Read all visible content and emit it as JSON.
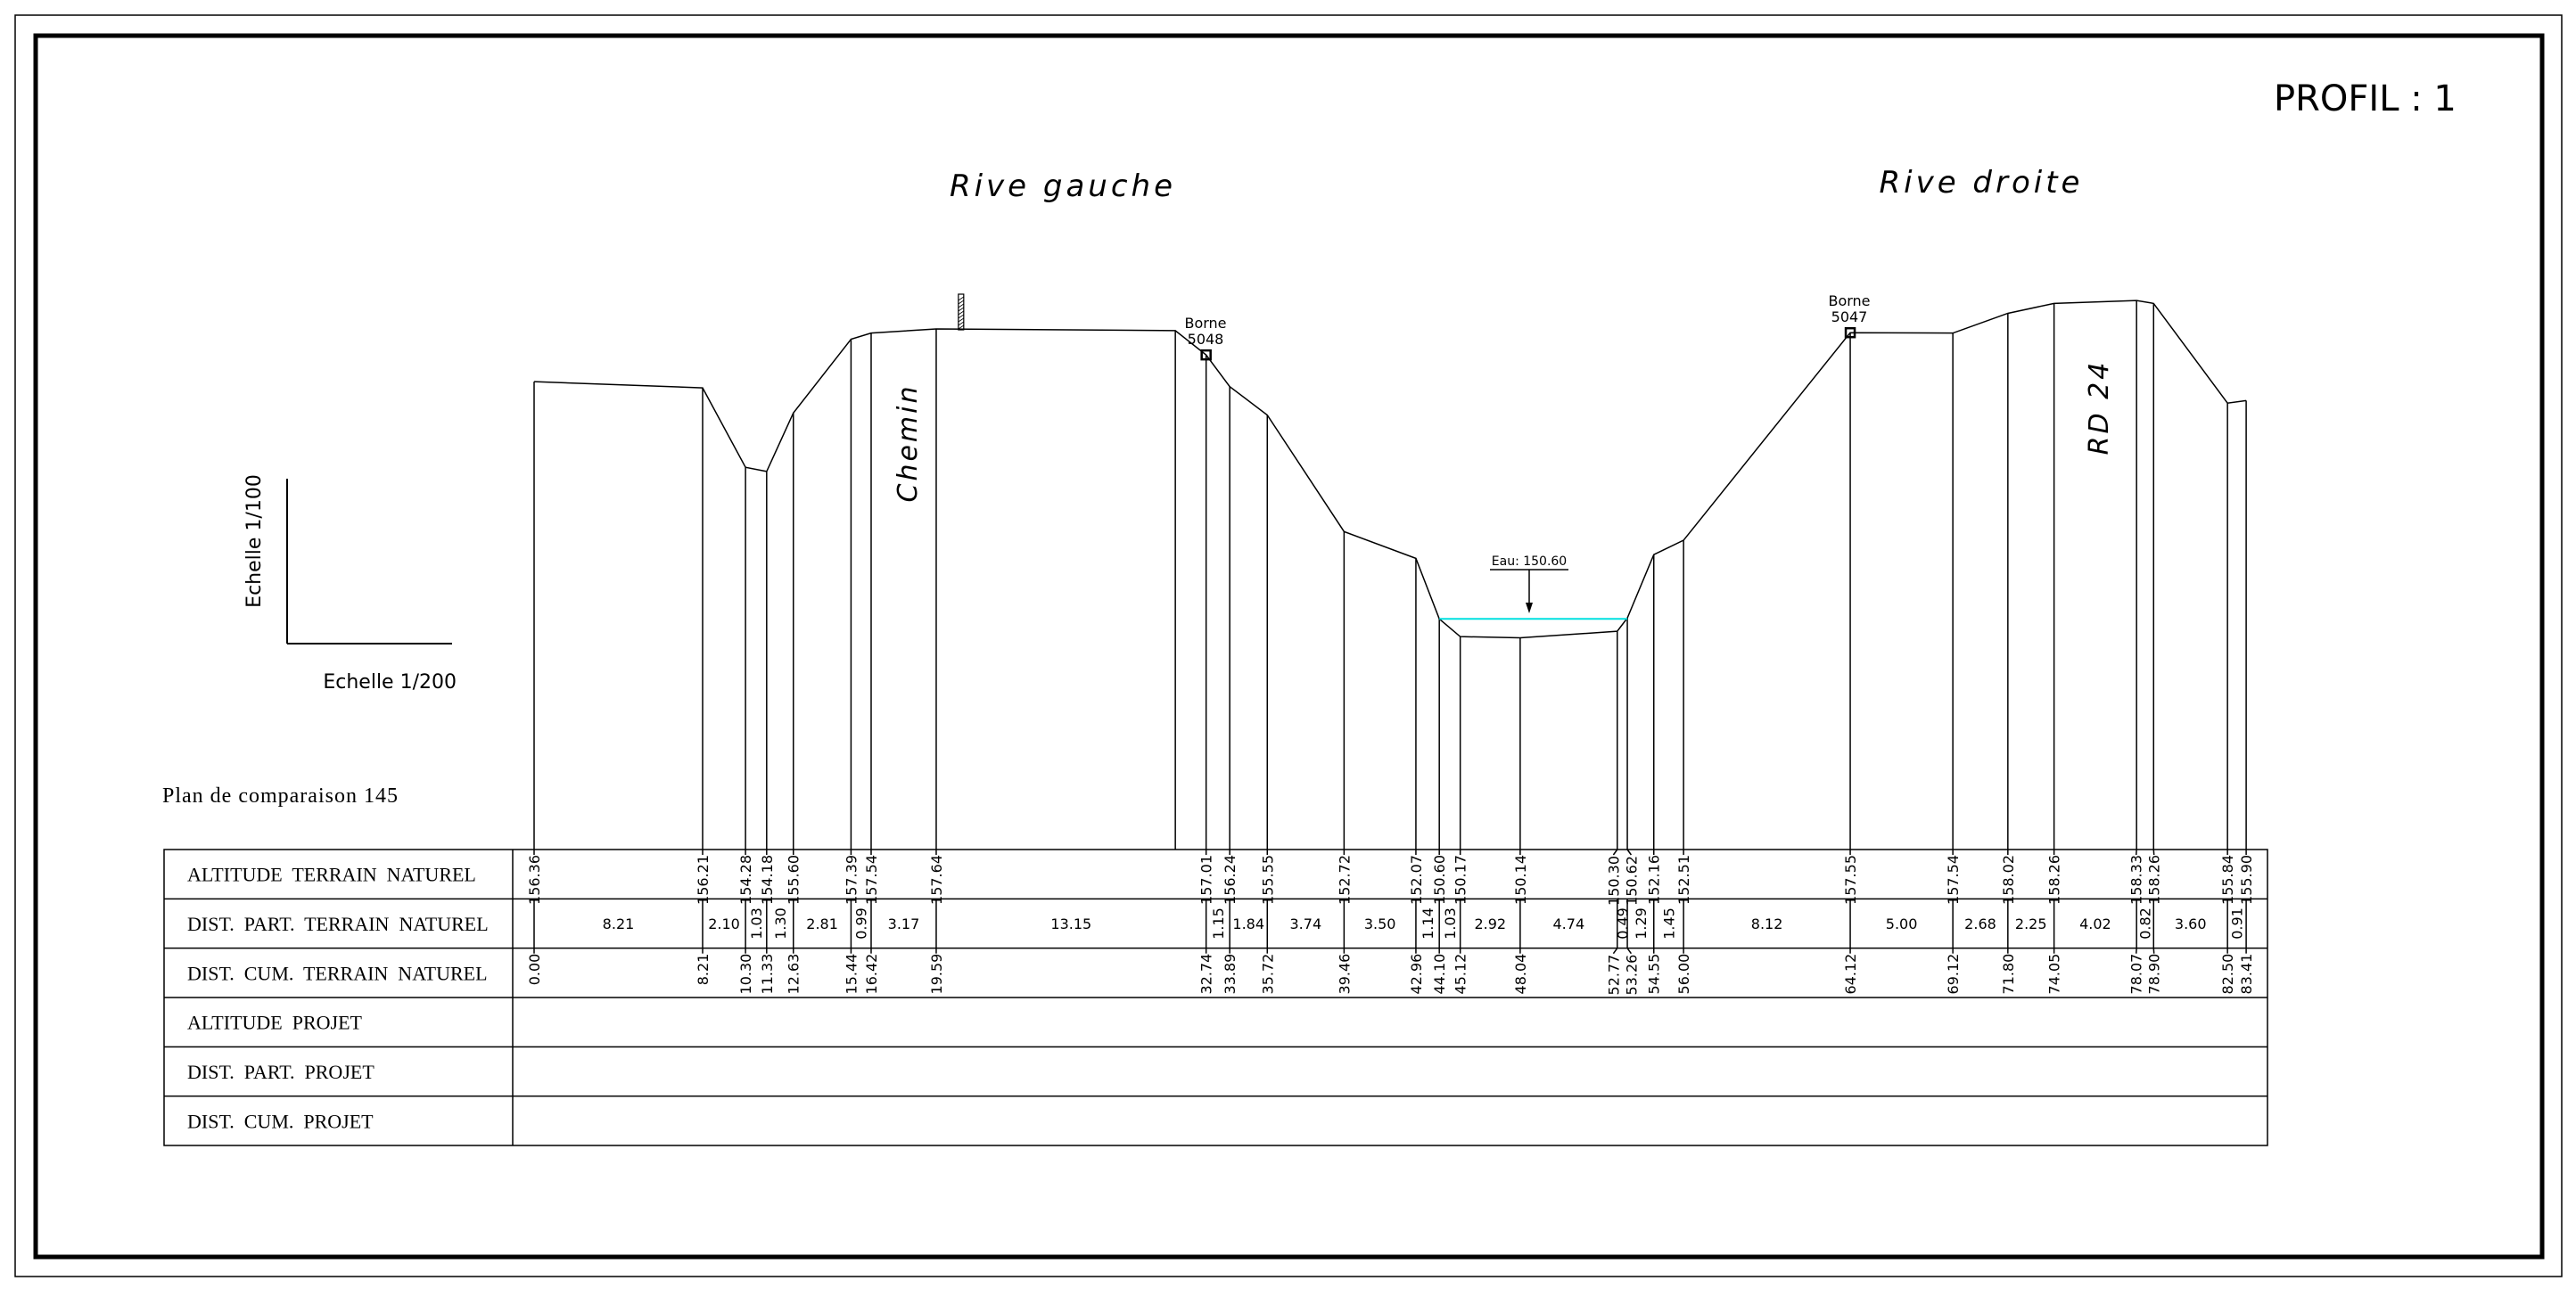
{
  "title": "PROFIL : 1",
  "bank_left": "Rive gauche",
  "bank_right": "Rive droite",
  "scale_vertical": "Echelle 1/100",
  "scale_horizontal": "Echelle 1/200",
  "datum_label": "Plan de comparaison 145",
  "annotations": {
    "chemin": "Chemin",
    "rd24": "RD 24",
    "borne_left": {
      "line1": "Borne",
      "line2": "5048"
    },
    "borne_right": {
      "line1": "Borne",
      "line2": "5047"
    },
    "water": "Eau: 150.60"
  },
  "table": {
    "row_labels": [
      "ALTITUDE  TERRAIN  NATUREL",
      "DIST.  PART.  TERRAIN  NATUREL",
      "DIST.  CUM.  TERRAIN  NATUREL",
      "ALTITUDE  PROJET",
      "DIST.  PART.  PROJET",
      "DIST.  CUM.  PROJET"
    ]
  },
  "colors": {
    "line": "#000000",
    "water": "#00e0e0"
  },
  "chart_data": {
    "type": "line",
    "datum": 145,
    "horizontal_scale": "1/200",
    "vertical_scale": "1/100",
    "points": [
      {
        "dist": 0.0,
        "alt": 156.36
      },
      {
        "dist": 8.21,
        "alt": 156.21
      },
      {
        "dist": 10.3,
        "alt": 154.28
      },
      {
        "dist": 11.33,
        "alt": 154.18
      },
      {
        "dist": 12.63,
        "alt": 155.6
      },
      {
        "dist": 15.44,
        "alt": 157.39
      },
      {
        "dist": 16.42,
        "alt": 157.54
      },
      {
        "dist": 19.59,
        "alt": 157.64
      },
      {
        "dist": 32.74,
        "alt": 157.01
      },
      {
        "dist": 33.89,
        "alt": 156.24
      },
      {
        "dist": 35.72,
        "alt": 155.55
      },
      {
        "dist": 39.46,
        "alt": 152.72
      },
      {
        "dist": 42.96,
        "alt": 152.07
      },
      {
        "dist": 44.1,
        "alt": 150.6
      },
      {
        "dist": 45.12,
        "alt": 150.17
      },
      {
        "dist": 48.04,
        "alt": 150.14
      },
      {
        "dist": 52.77,
        "alt": 150.3
      },
      {
        "dist": 53.26,
        "alt": 150.62
      },
      {
        "dist": 54.55,
        "alt": 152.16
      },
      {
        "dist": 56.0,
        "alt": 152.51
      },
      {
        "dist": 64.12,
        "alt": 157.55
      },
      {
        "dist": 69.12,
        "alt": 157.54
      },
      {
        "dist": 71.8,
        "alt": 158.02
      },
      {
        "dist": 74.05,
        "alt": 158.26
      },
      {
        "dist": 78.07,
        "alt": 158.33
      },
      {
        "dist": 78.9,
        "alt": 158.26
      },
      {
        "dist": 82.5,
        "alt": 155.84
      },
      {
        "dist": 83.41,
        "alt": 155.9
      }
    ],
    "partial_distances": [
      8.21,
      2.1,
      1.03,
      1.3,
      2.81,
      0.99,
      3.17,
      13.15,
      1.15,
      1.84,
      3.74,
      3.5,
      1.14,
      1.03,
      2.92,
      4.74,
      0.49,
      1.29,
      1.45,
      8.12,
      5.0,
      2.68,
      2.25,
      4.02,
      0.82,
      3.6,
      0.91
    ],
    "unlabeled_points": [
      {
        "dist": 31.24,
        "alt": 157.6
      }
    ],
    "water_level": 150.6,
    "water_extent": [
      44.1,
      53.26
    ],
    "bornes": [
      {
        "dist": 32.74,
        "alt": 157.01
      },
      {
        "dist": 64.12,
        "alt": 157.55
      }
    ],
    "fence_post_dist": 20.8
  }
}
